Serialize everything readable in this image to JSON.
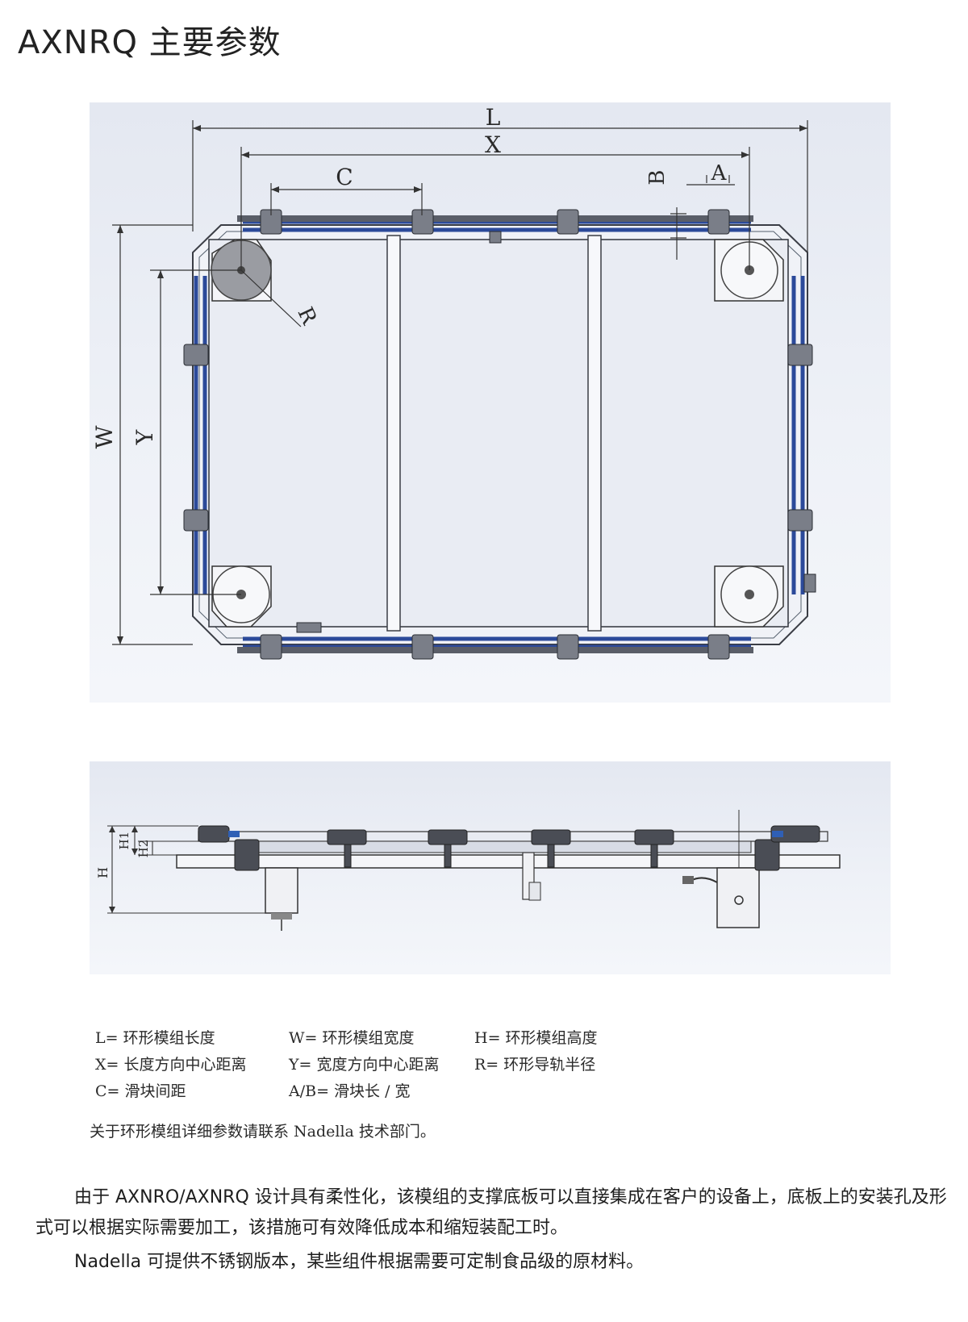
{
  "page": {
    "title": "AXNRQ 主要参数"
  },
  "top_view": {
    "labels": {
      "L": "L",
      "X": "X",
      "C": "C",
      "A": "A",
      "B": "B",
      "W": "W",
      "Y": "Y",
      "R": "R"
    }
  },
  "side_view": {
    "labels": {
      "H": "H",
      "H1": "H1",
      "H2": "H2"
    }
  },
  "legend": {
    "rows": [
      [
        "L= 环形模组长度",
        "W= 环形模组宽度",
        "H= 环形模组高度"
      ],
      [
        "X= 长度方向中心距离",
        "Y= 宽度方向中心距离",
        "R= 环形导轨半径"
      ],
      [
        "C= 滑块间距",
        "A/B= 滑块长 / 宽",
        ""
      ]
    ]
  },
  "contact_note": "关于环形模组详细参数请联系 Nadella 技术部门。",
  "paragraphs": {
    "p1": "由于 AXNRO/AXNRQ 设计具有柔性化，该模组的支撑底板可以直接集成在客户的设备上，底板上的安装孔及形式可以根据实际需要加工，该措施可有效降低成本和缩短装配工时。",
    "p2": "Nadella 可提供不锈钢版本，某些组件根据需要可定制食品级的原材料。"
  }
}
